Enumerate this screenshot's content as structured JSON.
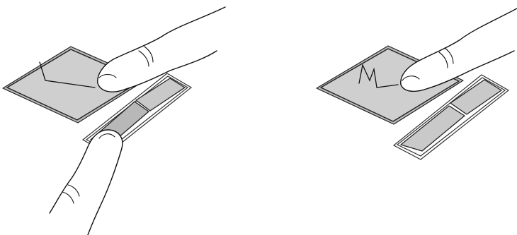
{
  "figures": [
    {
      "id": "drag-with-button",
      "finger_on_button": true,
      "trace": "angled-stroke"
    },
    {
      "id": "drag-zigzag",
      "finger_on_button": false,
      "trace": "zigzag-stroke"
    }
  ]
}
